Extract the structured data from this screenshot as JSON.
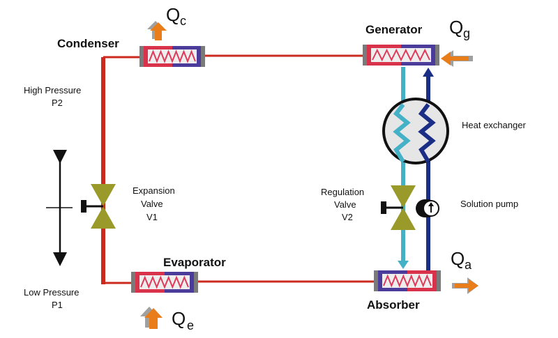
{
  "components": {
    "condenser": "Condenser",
    "generator": "Generator",
    "evaporator": "Evaporator",
    "absorber": "Absorber",
    "heat_exchanger": "Heat exchanger",
    "solution_pump": "Solution pump"
  },
  "valves": {
    "expansion": [
      "Expansion",
      "Valve",
      "V1"
    ],
    "regulation": [
      "Regulation",
      "Valve",
      "V2"
    ]
  },
  "pressures": {
    "high": [
      "High Pressure",
      "P2"
    ],
    "low": [
      "Low Pressure",
      "P1"
    ]
  },
  "heat_flows": {
    "condenser": {
      "symbol": "Q",
      "sub": "c"
    },
    "generator": {
      "symbol": "Q",
      "sub": "g"
    },
    "absorber": {
      "symbol": "Q",
      "sub": "a"
    },
    "evaporator": {
      "symbol": "Q",
      "sub": "e"
    }
  },
  "colors": {
    "refrigerant_line": "#cc2a1e",
    "rich_solution": "#45b1c7",
    "poor_solution": "#1b2e86",
    "valve": "#9a9a2a",
    "heat_arrow": "#e87d1a",
    "coil_red": "#d8334a",
    "coil_purple": "#4b3c9c"
  }
}
